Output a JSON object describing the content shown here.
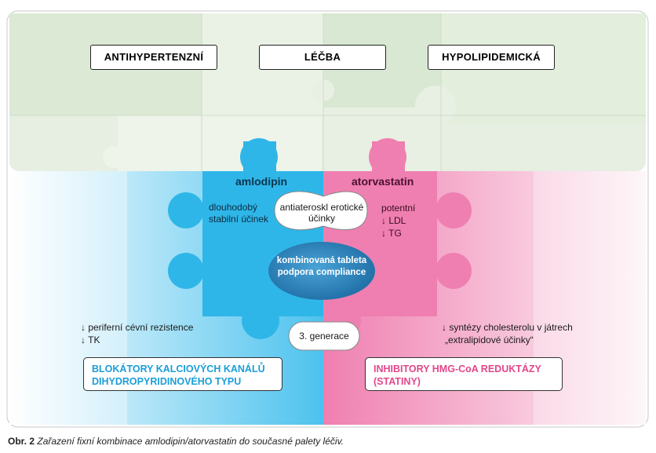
{
  "header_boxes": {
    "left": "ANTIHYPERTENZNÍ",
    "center": "LÉČBA",
    "right": "HYPOLIPIDEMICKÁ"
  },
  "drugs": {
    "left": "amlodipin",
    "right": "atorvastatin"
  },
  "left_piece_text": [
    "dlouhodobý",
    "stabilní účinek"
  ],
  "center_bubble_text": [
    "antiateroskl erotické",
    "účinky"
  ],
  "right_piece_text": [
    "potentní",
    "↓ LDL",
    "↓ TG"
  ],
  "tablet_text": [
    "kombinovaná tableta",
    "podpora compliance"
  ],
  "generation": "3. generace",
  "left_effects": [
    "↓ periferní cévní rezistence",
    "↓ TK"
  ],
  "right_effects": [
    "↓ syntézy cholesterolu v játrech",
    "„extralipidové účinky“"
  ],
  "left_class": [
    "BLOKÁTORY KALCIOVÝCH KANÁLŮ",
    "DIHYDROPYRIDINOVÉHO TYPU"
  ],
  "right_class": [
    "INHIBITORY HMG-CoA REDUKTÁZY",
    "(STATINY)"
  ],
  "caption": {
    "label": "Obr. 2",
    "text": "Zařazení fixní kombinace amlodipin/atorvastatin do současné palety léčiv."
  },
  "colors": {
    "green_light": "#e8f1e4",
    "green_mid": "#d6e6d0",
    "blue": "#2fb6e8",
    "blue_light": "#d8eef8",
    "pink": "#ef7fb0",
    "pink_light": "#f8e3ec",
    "class_text": "#e2478b",
    "tablet": "#2e80b8"
  }
}
